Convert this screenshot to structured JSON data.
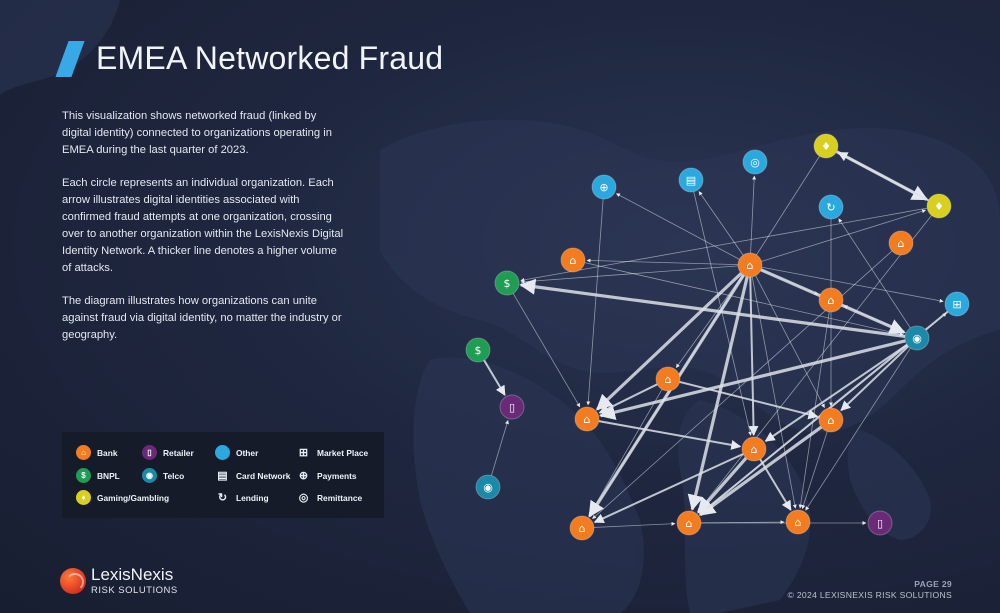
{
  "title": "EMEA Networked Fraud",
  "description": {
    "p1": "This visualization shows networked fraud (linked by digital identity) connected to organizations operating in EMEA during the last quarter of 2023.",
    "p2": "Each circle represents an individual organization. Each arrow illustrates digital identities associated with confirmed fraud attempts at one organization, crossing over to another organization within the LexisNexis Digital Identity Network. A thicker line denotes a higher volume of attacks.",
    "p3": "The diagram illustrates how organizations can unite against fraud via digital identity, no matter the industry or geography."
  },
  "legend": {
    "bank": "Bank",
    "bnpl": "BNPL",
    "gaming": "Gaming/Gambling",
    "retailer": "Retailer",
    "telco": "Telco",
    "other": "Other",
    "card_network": "Card Network",
    "lending": "Lending",
    "market_place": "Market Place",
    "payments": "Payments",
    "remittance": "Remittance"
  },
  "colors": {
    "bank": "#f47c20",
    "bnpl": "#1f9d55",
    "gaming": "#d9cf1f",
    "retailer": "#6b2a78",
    "telco": "#1b8aa8",
    "other": "#2ba9df",
    "accent": "#38a8e6"
  },
  "logo": {
    "name": "LexisNexis",
    "sub": "RISK SOLUTIONS"
  },
  "footer": {
    "page": "PAGE 29",
    "copyright": "© 2024 LEXISNEXIS RISK SOLUTIONS"
  },
  "network": {
    "nodes": [
      {
        "id": "n1",
        "type": "gaming",
        "icon": "gaming-icon"
      },
      {
        "id": "n2",
        "type": "other",
        "icon": "payments-icon"
      },
      {
        "id": "n3",
        "type": "other",
        "icon": "card-network-icon"
      },
      {
        "id": "n4",
        "type": "other",
        "icon": "remittance-icon"
      },
      {
        "id": "n5",
        "type": "gaming",
        "icon": "gaming-icon"
      },
      {
        "id": "n6",
        "type": "other",
        "icon": "lending-icon"
      },
      {
        "id": "n7",
        "type": "bank",
        "icon": "bank-icon"
      },
      {
        "id": "n8",
        "type": "bank",
        "icon": "bank-icon"
      },
      {
        "id": "n9",
        "type": "bank",
        "icon": "bank-icon"
      },
      {
        "id": "n10",
        "type": "bnpl",
        "icon": "bnpl-icon"
      },
      {
        "id": "n11",
        "type": "bank",
        "icon": "bank-icon"
      },
      {
        "id": "n12",
        "type": "other",
        "icon": "market-place-icon"
      },
      {
        "id": "n13",
        "type": "telco",
        "icon": "telco-icon"
      },
      {
        "id": "n14",
        "type": "bnpl",
        "icon": "bnpl-icon"
      },
      {
        "id": "n15",
        "type": "bank",
        "icon": "bank-icon"
      },
      {
        "id": "n16",
        "type": "retailer",
        "icon": "retailer-icon"
      },
      {
        "id": "n17",
        "type": "bank",
        "icon": "bank-icon"
      },
      {
        "id": "n18",
        "type": "bank",
        "icon": "bank-icon"
      },
      {
        "id": "n19",
        "type": "bank",
        "icon": "bank-icon"
      },
      {
        "id": "n20",
        "type": "telco",
        "icon": "telco-icon"
      },
      {
        "id": "n21",
        "type": "bank",
        "icon": "bank-icon"
      },
      {
        "id": "n22",
        "type": "bank",
        "icon": "bank-icon"
      },
      {
        "id": "n23",
        "type": "bank",
        "icon": "bank-icon"
      },
      {
        "id": "n24",
        "type": "retailer",
        "icon": "retailer-icon"
      }
    ],
    "edges": [
      {
        "from": "n9",
        "to": "n10",
        "weight": 1
      },
      {
        "from": "n9",
        "to": "n11",
        "weight": 1
      },
      {
        "from": "n9",
        "to": "n8",
        "weight": 1
      },
      {
        "from": "n9",
        "to": "n2",
        "weight": 1
      },
      {
        "from": "n9",
        "to": "n3",
        "weight": 1
      },
      {
        "from": "n9",
        "to": "n4",
        "weight": 1
      },
      {
        "from": "n9",
        "to": "n12",
        "weight": 1
      },
      {
        "from": "n9",
        "to": "n13",
        "weight": 3
      },
      {
        "from": "n9",
        "to": "n17",
        "weight": 3
      },
      {
        "from": "n9",
        "to": "n22",
        "weight": 3
      },
      {
        "from": "n9",
        "to": "n21",
        "weight": 3
      },
      {
        "from": "n9",
        "to": "n19",
        "weight": 2
      },
      {
        "from": "n9",
        "to": "n23",
        "weight": 1
      },
      {
        "from": "n9",
        "to": "n18",
        "weight": 1
      },
      {
        "from": "n9",
        "to": "n15",
        "weight": 1
      },
      {
        "from": "n9",
        "to": "n5",
        "weight": 1
      },
      {
        "from": "n1",
        "to": "n5",
        "weight": 3
      },
      {
        "from": "n5",
        "to": "n1",
        "weight": 2
      },
      {
        "from": "n5",
        "to": "n10",
        "weight": 1
      },
      {
        "from": "n13",
        "to": "n10",
        "weight": 3
      },
      {
        "from": "n13",
        "to": "n17",
        "weight": 3
      },
      {
        "from": "n13",
        "to": "n18",
        "weight": 2
      },
      {
        "from": "n13",
        "to": "n19",
        "weight": 2
      },
      {
        "from": "n13",
        "to": "n23",
        "weight": 1
      },
      {
        "from": "n13",
        "to": "n22",
        "weight": 1
      },
      {
        "from": "n13",
        "to": "n6",
        "weight": 1
      },
      {
        "from": "n13",
        "to": "n12",
        "weight": 1
      },
      {
        "from": "n13",
        "to": "n11",
        "weight": 1
      },
      {
        "from": "n14",
        "to": "n16",
        "weight": 2
      },
      {
        "from": "n10",
        "to": "n17",
        "weight": 1
      },
      {
        "from": "n15",
        "to": "n17",
        "weight": 2
      },
      {
        "from": "n15",
        "to": "n18",
        "weight": 2
      },
      {
        "from": "n15",
        "to": "n21",
        "weight": 1
      },
      {
        "from": "n17",
        "to": "n19",
        "weight": 2
      },
      {
        "from": "n19",
        "to": "n22",
        "weight": 3
      },
      {
        "from": "n19",
        "to": "n21",
        "weight": 2
      },
      {
        "from": "n19",
        "to": "n23",
        "weight": 2
      },
      {
        "from": "n18",
        "to": "n22",
        "weight": 3
      },
      {
        "from": "n18",
        "to": "n23",
        "weight": 1
      },
      {
        "from": "n22",
        "to": "n23",
        "weight": 1
      },
      {
        "from": "n21",
        "to": "n22",
        "weight": 1
      },
      {
        "from": "n22",
        "to": "n24",
        "weight": 1
      },
      {
        "from": "n12",
        "to": "n22",
        "weight": 2
      },
      {
        "from": "n5",
        "to": "n22",
        "weight": 1
      },
      {
        "from": "n1",
        "to": "n21",
        "weight": 1
      },
      {
        "from": "n7",
        "to": "n21",
        "weight": 1
      },
      {
        "from": "n6",
        "to": "n18",
        "weight": 1
      },
      {
        "from": "n8",
        "to": "n13",
        "weight": 1
      },
      {
        "from": "n20",
        "to": "n16",
        "weight": 1
      },
      {
        "from": "n11",
        "to": "n23",
        "weight": 1
      },
      {
        "from": "n2",
        "to": "n17",
        "weight": 1
      },
      {
        "from": "n3",
        "to": "n19",
        "weight": 1
      }
    ]
  }
}
